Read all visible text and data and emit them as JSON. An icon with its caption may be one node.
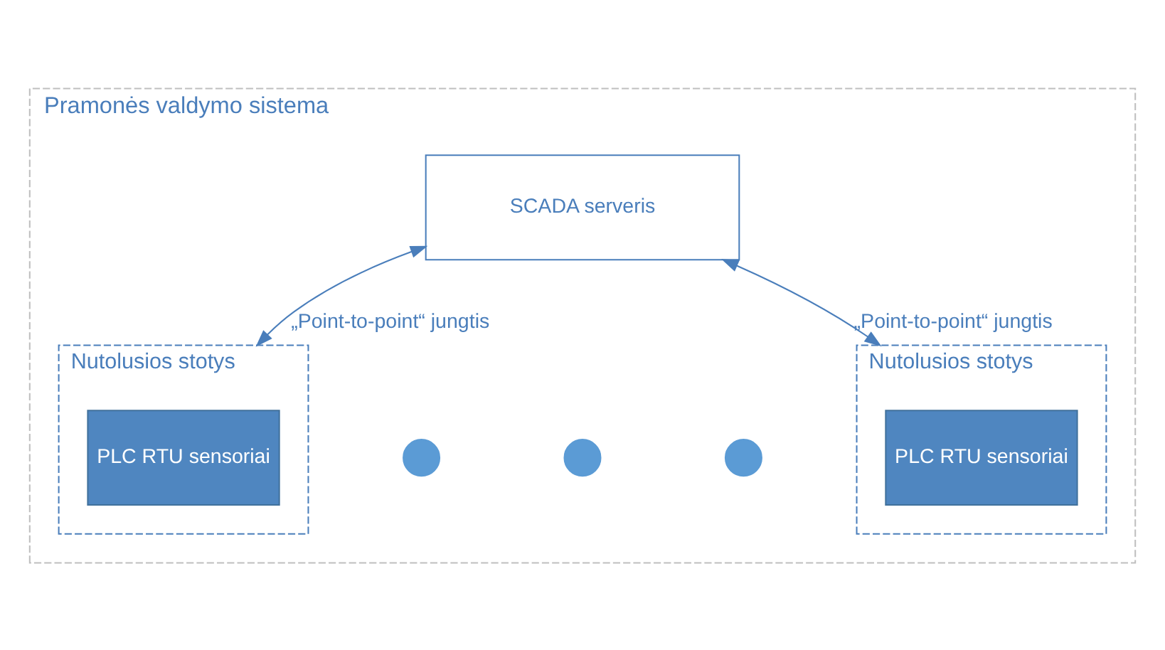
{
  "diagram": {
    "nodes": [
      {
        "text": [
          "Pramonės valdymo sistema"
        ]
      },
      {
        "text": [
          "SCADA serveris"
        ],
        "in": 0
      },
      {
        "text": [
          "Nutolusios stotys"
        ],
        "in": 0
      },
      {
        "text": [
          "PLC RTU sensoriai"
        ],
        "in": 2
      },
      {
        "text": [],
        "shape": "circle",
        "in": 0
      },
      {
        "text": [],
        "shape": "circle",
        "in": 0
      },
      {
        "text": [],
        "shape": "circle",
        "in": 0
      },
      {
        "text": [
          "Nutolusios stotys"
        ],
        "in": 0
      },
      {
        "text": [
          "PLC RTU sensoriai"
        ],
        "in": 7
      }
    ],
    "edges": [
      {
        "from": 1,
        "to": 2,
        "arrow": "both",
        "label": "„Point-to-point“ jungtis"
      },
      {
        "from": 1,
        "to": 7,
        "arrow": "both",
        "label": "„Point-to-point“ jungtis"
      }
    ]
  }
}
